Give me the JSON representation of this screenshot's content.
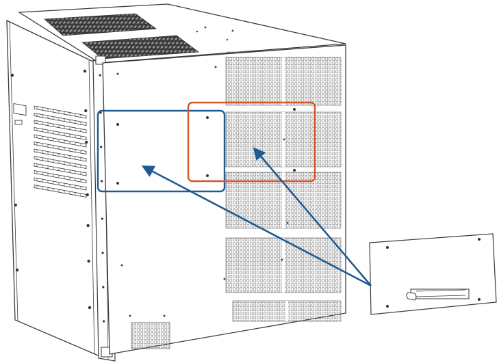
{
  "colors": {
    "line": "#3a3a3a",
    "grille": "#6a6a6a",
    "accent_blue": "#1f5a94",
    "accent_red": "#d9532b",
    "background": "#ffffff"
  },
  "callouts": {
    "blue_zone": "left-mounting-position",
    "red_zone": "right-mounting-position",
    "source": "cover-plate-detail"
  }
}
